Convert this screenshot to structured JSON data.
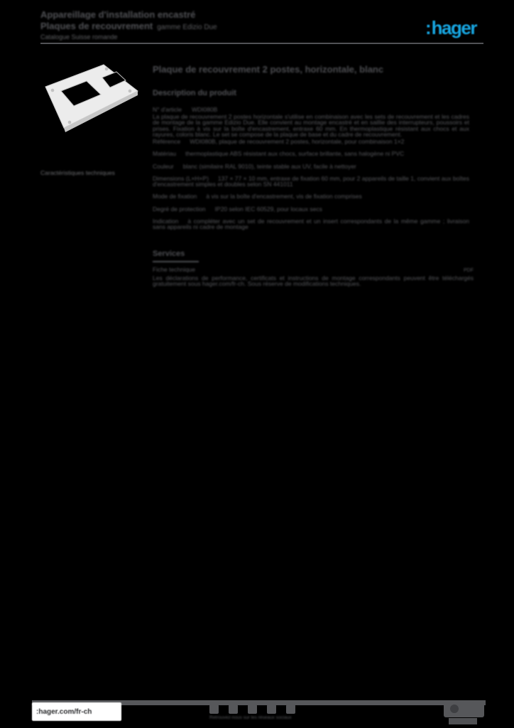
{
  "header": {
    "line1": "Appareillage d'installation encastré",
    "line2_bold": "Plaques de recouvrement",
    "line2_rest": "gamme Edizio Due",
    "line3": "Catalogue Suisse romande",
    "logo_colon": ":",
    "logo_text": "hager"
  },
  "product": {
    "title": "Plaque de recouvrement 2 postes, horizontale, blanc",
    "section_heading": "Description du produit",
    "ref_label": "N° d'article",
    "ref_value": "WDI080B",
    "description": "La plaque de recouvrement 2 postes horizontale s'utilise en combinaison avec les sets de recouvrement et les cadres de montage de la gamme Edizio Due. Elle convient au montage encastré et en saillie des interrupteurs, poussoirs et prises. Fixation à vis sur la boîte d'encastrement, entraxe 60 mm. En thermoplastique résistant aux chocs et aux rayures, coloris blanc. Le set se compose de la plaque de base et du cadre de recouvrement."
  },
  "characteristics": {
    "margin_label": "Caractéristiques techniques",
    "rows": [
      {
        "label": "Référence",
        "value": "WDI080B, plaque de recouvrement 2 postes, horizontale, pour combinaison 1×2"
      },
      {
        "label": "Matériau",
        "value": "thermoplastique ABS résistant aux chocs, surface brillante, sans halogène ni PVC"
      },
      {
        "label": "Couleur",
        "value": "blanc (similaire RAL 9010), teinte stable aux UV, facile à nettoyer"
      },
      {
        "label": "Dimensions (L×H×P)",
        "value": "137 × 77 × 10 mm, entraxe de fixation 60 mm, pour 2 appareils de taille 1, convient aux boîtes d'encastrement simples et doubles selon SN 441011"
      },
      {
        "label": "Mode de fixation",
        "value": "à vis sur la boîte d'encastrement, vis de fixation comprises"
      },
      {
        "label": "Degré de protection",
        "value": "IP20 selon IEC 60529, pour locaux secs"
      },
      {
        "label": "Indication",
        "value": "à compléter avec un set de recouvrement et un insert correspondants de la même gamme ; livraison sans appareils ni cadre de montage"
      }
    ]
  },
  "services": {
    "heading": "Services",
    "doc_label": "Fiche technique",
    "doc_value": "PDF",
    "note": "Les déclarations de performance, certificats et instructions de montage correspondants peuvent être téléchargés gratuitement sous hager.com/fr-ch. Sous réserve de modifications techniques."
  },
  "footer": {
    "url": "hager.com/fr-ch",
    "url_colon": ":",
    "social_caption": "Retrouvez-nous sur les réseaux sociaux",
    "icons": [
      "facebook",
      "twitter",
      "linkedin",
      "youtube",
      "instagram"
    ]
  },
  "colors": {
    "hager_blue": "#17a5e0",
    "text_gray": "#55565a",
    "background": "#000000"
  }
}
